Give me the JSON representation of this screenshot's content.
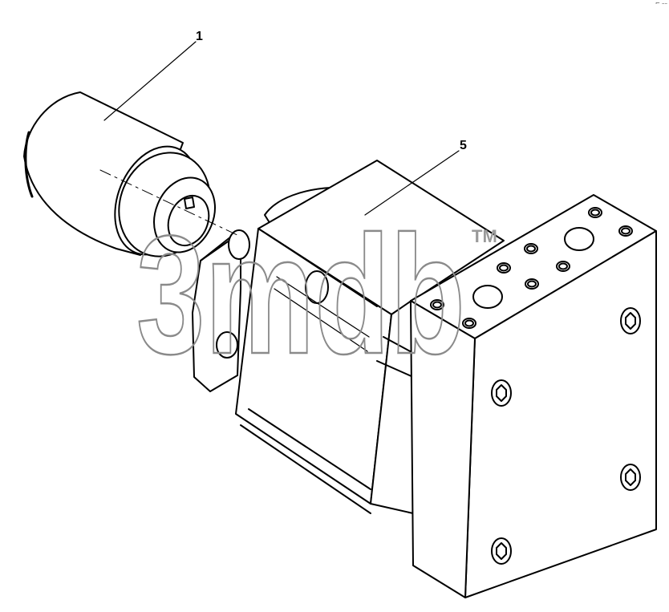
{
  "callouts": [
    {
      "label": "1"
    },
    {
      "label": "5"
    }
  ],
  "watermark": {
    "logo_text": "3mdb",
    "trademark": "TM"
  },
  "corner_mark": "⌐ ––",
  "colors": {
    "line": "#000000",
    "watermark": "#8a8a8a",
    "background": "#ffffff"
  }
}
